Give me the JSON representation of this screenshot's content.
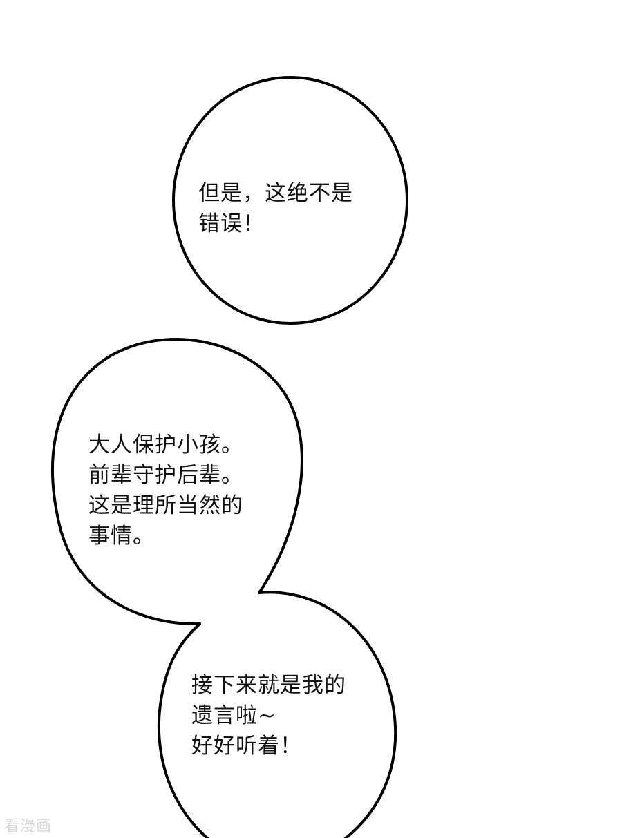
{
  "bubbles": [
    {
      "id": "bubble-1",
      "lines": [
        "但是，这绝不是",
        "错误！"
      ]
    },
    {
      "id": "bubble-2",
      "lines": [
        "大人保护小孩。",
        "前辈守护后辈。",
        "这是理所当然的",
        "事情。"
      ]
    },
    {
      "id": "bubble-3",
      "lines": [
        "接下来就是我的",
        "遗言啦~",
        "好好听着！"
      ]
    }
  ],
  "watermark": "看漫画",
  "colors": {
    "background": "#ffffff",
    "outline": "#000000",
    "text": "#111111",
    "watermark": "#d9d9d9"
  }
}
